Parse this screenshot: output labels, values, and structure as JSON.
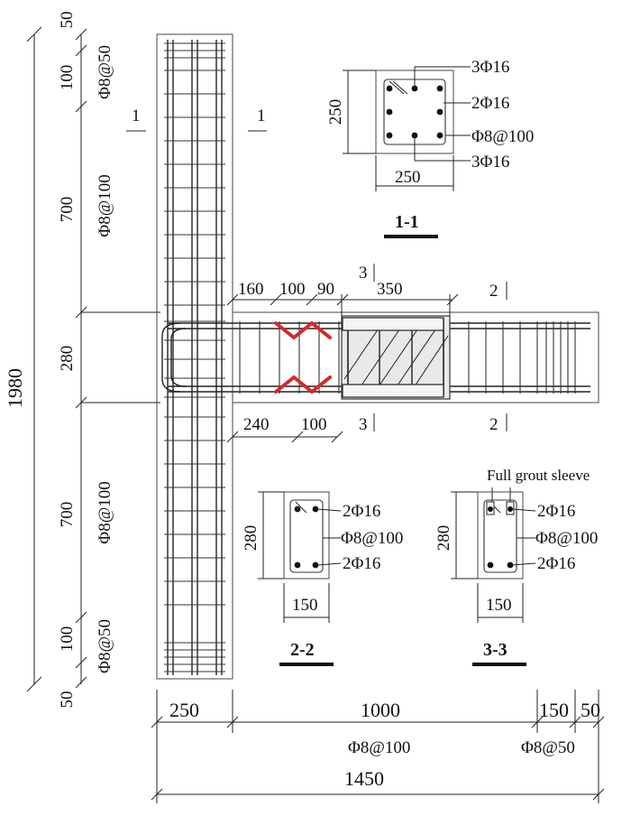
{
  "colors": {
    "line": "#222222",
    "highlight": "#d42a2a"
  },
  "left_dims": {
    "total": "1980",
    "segments": [
      "50",
      "100",
      "700",
      "280",
      "700",
      "100",
      "50"
    ],
    "stirrups": [
      "Φ8@50",
      "Φ8@100",
      "Φ8@100",
      "Φ8@50"
    ]
  },
  "column_section_marks": [
    "1",
    "1"
  ],
  "beam_section_marks": {
    "s3_top": "3",
    "s3_bot": "3",
    "s2_top": "2",
    "s2_bot": "2"
  },
  "beam_top_dims": [
    "160",
    "100",
    "90",
    "350"
  ],
  "beam_bot_dims": [
    "240",
    "100"
  ],
  "bottom_dims": {
    "col": "250",
    "beam": "1000",
    "dense": "150",
    "end": "50",
    "total": "1450",
    "stirrup_beam": "Φ8@100",
    "stirrup_end": "Φ8@50"
  },
  "section_1_1": {
    "title": "1-1",
    "height": "250",
    "width": "250",
    "labels": [
      "3Φ16",
      "2Φ16",
      "Φ8@100",
      "3Φ16"
    ]
  },
  "section_2_2": {
    "title": "2-2",
    "height": "280",
    "width": "150",
    "labels": [
      "2Φ16",
      "Φ8@100",
      "2Φ16"
    ]
  },
  "section_3_3": {
    "title": "3-3",
    "height": "280",
    "width": "150",
    "sleeve_note": "Full grout sleeve",
    "labels": [
      "2Φ16",
      "Φ8@100",
      "2Φ16"
    ]
  }
}
